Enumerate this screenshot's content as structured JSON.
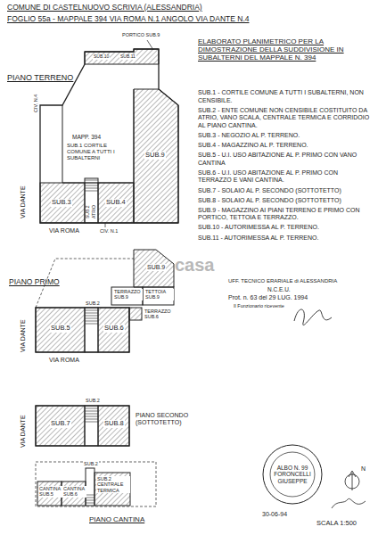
{
  "diagram": {
    "nodes": [
      {
        "text": [
          "ALBO N. 99",
          "FORONCELLI GIUSEPPE"
        ]
      }
    ],
    "labels": [
      "COMUNE DI CASTELNUOVO SCRIVIA (ALESSANDRIA)",
      "FOGLIO 55a - MAPPALE 394 VIA ROMA N.1 ANGOLO VIA DANTE N.4",
      "ELABORATO PLANIMETRICO PER LA DIMOSTRAZIONE DELLA SUDDIVISIONE IN SUBALTERNI DEL MAPPALE N. 394",
      "SUB.1 - CORTILE COMUNE A TUTTI I SUBALTERNI, NON CENSIBILE.",
      "SUB.2 - ENTE COMUNE NON CENSIBILE COSTITUITO DA ATRIO, VANO SCALA, CENTRALE TERMICA E CORRIDOIO AL PIANO CANTINA.",
      "SUB.3 - NEGOZIO AL P. TERRENO.",
      "SUB.4 - MAGAZZINO AL P. TERRENO.",
      "SUB.5 - U.I. USO ABITAZIONE AL P. PRIMO CON VANO CANTINA",
      "SUB.6 - U.I. USO ABITAZIONE AL P. PRIMO CON TERRAZZO E VANI CANTINA.",
      "SUB.7 - SOLAIO AL P. SECONDO (SOTTOTETTO)",
      "SUB.8 - SOLAIO AL P. SECONDO (SOTTOTETTO)",
      "SUB.9 - MAGAZZINO AI PIANI TERRENO E PRIMO CON PORTICO, TETTOIA E TERRAZZO.",
      "SUB.10 - AUTORIMESSA AL P. TERRENO.",
      "SUB.11 - AUTORIMESSA AL P. TERRENO.",
      "PIANO TERRENO",
      "PORTICO SUB.9",
      "SUB.10",
      "SUB.11",
      "MAPP. 394",
      "SUB.1 CORTILE COMUNE A TUTTI I SUBALTERNI",
      "SUB.9",
      "CIV. N.4",
      "SUB.2",
      "ATRIO",
      "SUB.3",
      "SUB.4",
      "VIA DANTE",
      "VIA ROMA",
      "CIV. N.1",
      "PIANO PRIMO",
      "SUB.9",
      "TERRAZZO SUB.9",
      "TETTOIA SUB.9",
      "SUB.2",
      "TERRAZZO SUB.6",
      "SUB.5",
      "SUB.6",
      "VIA DANTE",
      "VIA ROMA",
      "SUB.2",
      "SUB.7",
      "SUB.8",
      "PIANO SECONDO (SOTTOTETTO)",
      "VIA DANTE",
      "SUB.2",
      "SUB.2 CENTRALE TERMICA",
      "CANTINA SUB.5",
      "CANTINA SUB.6",
      "PIANO CANTINA",
      "UFF. TECNICO ERARIALE di ALESSANDRIA",
      "N.C.E.U.",
      "Prot. n. 63 del 29 LUG. 1994",
      "Il Funzionario ricevente",
      "30-06-94",
      "SCALA 1:500",
      "N",
      "casa"
    ]
  }
}
